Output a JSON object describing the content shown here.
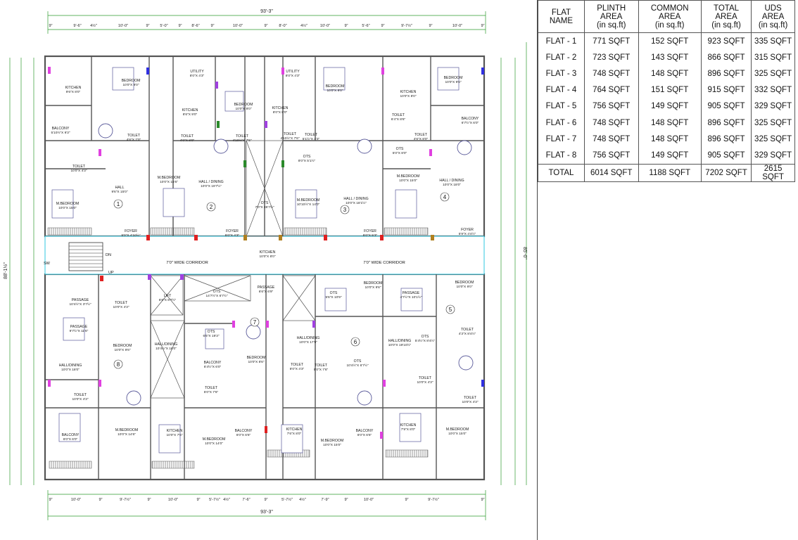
{
  "plan": {
    "top_overall_dim": "93'-3\"",
    "bottom_overall_dim": "93'-3\"",
    "right_dim_total": "85'-0\"",
    "left_dim_total": "88'-1½\"",
    "corridor_left_label": "7'0\" WIDE CORRIDOR",
    "corridor_right_label": "7'0\" WIDE CORRIDOR",
    "stair_dn": "DN",
    "stair_up": "UP",
    "sw": "SW",
    "top_dims": [
      "9\"",
      "9'-6\"",
      "4½\"",
      "10'-0\"",
      "9\"",
      "5'-0\"",
      "9\"",
      "8'-6\"",
      "9\"",
      "10'-0\"",
      "9\"",
      "8'-0\"",
      "4½\"",
      "10'-0\"",
      "9\"",
      "5'-6\"",
      "9\"",
      "9'-7½\"",
      "9\"",
      "10'-0\"",
      "9\""
    ],
    "bottom_dims": [
      "9\"",
      "10'-0\"",
      "9\"",
      "9'-7½\"",
      "9\"",
      "10'-0\"",
      "9\"",
      "5'-7½\"",
      "4½\"",
      "7'-6\"",
      "9\"",
      "5'-7½\"",
      "4½\"",
      "7'-9\"",
      "9\"",
      "10'-0\"",
      "9\"",
      "9'-7½\"",
      "9\""
    ],
    "flat_numbers": [
      "1",
      "2",
      "3",
      "4",
      "5",
      "6",
      "7",
      "8"
    ],
    "rooms": [
      {
        "name": "KITCHEN",
        "size": "9'6\"X 8'0\""
      },
      {
        "name": "BEDROOM",
        "size": "10'0\"X 9'0\""
      },
      {
        "name": "UTILITY",
        "size": "8'0\"X 4'3\""
      },
      {
        "name": "BEDROOM",
        "size": "10'0\"X 9'0\""
      },
      {
        "name": "UTILITY",
        "size": "8'0\"X 4'3\""
      },
      {
        "name": "BEDROOM",
        "size": "10'0\"X 9'0\""
      },
      {
        "name": "KITCHEN",
        "size": "10'0\"X 8'0\""
      },
      {
        "name": "BEDROOM",
        "size": "10'0\"X 9'6\""
      },
      {
        "name": "KITCHEN",
        "size": "8'6\"X 9'0\""
      },
      {
        "name": "KITCHEN",
        "size": "8'0\"X 8'0\""
      },
      {
        "name": "BALCONY",
        "size": "5'10½\"X 9'3\""
      },
      {
        "name": "TOILET",
        "size": "4'6\"X 7'0\""
      },
      {
        "name": "TOILET",
        "size": "4'0\"X 8'0\""
      },
      {
        "name": "TOILET",
        "size": "4'10½\"X 7'6\""
      },
      {
        "name": "TOILET",
        "size": "4'10½\"X 7'6\""
      },
      {
        "name": "TOILET",
        "size": "5'1½\"X 4'3\""
      },
      {
        "name": "TOILET",
        "size": "6'4\"X 8'6\""
      },
      {
        "name": "TOILET",
        "size": "4'6\"X 8'0\""
      },
      {
        "name": "BALCONY",
        "size": "6'7½\"X 6'0\""
      },
      {
        "name": "OTS",
        "size": "8'0\"X 5'1½\""
      },
      {
        "name": "OTS",
        "size": "5'0\"X 8'0\""
      },
      {
        "name": "TOILET",
        "size": "10'0\"X 4'3\""
      },
      {
        "name": "M.BEDROOM",
        "size": "10'0\"X 15'6\""
      },
      {
        "name": "HALL / DINING",
        "size": "10'0\"X 19'7½\""
      },
      {
        "name": "M.BEDROOM",
        "size": "10'10½\"X 14'0\""
      },
      {
        "name": "M.BEDROOM",
        "size": "10'0\"X 15'0\""
      },
      {
        "name": "HALL / DINING",
        "size": "10'0\"X 18'0\""
      },
      {
        "name": "HALL",
        "size": "9'6\"X 15'0\""
      },
      {
        "name": "M.BEDROOM",
        "size": "10'0\"X 15'0\""
      },
      {
        "name": "OTS",
        "size": "7'0\"X 35'7½\""
      },
      {
        "name": "HALL / DINING",
        "size": "10'0\"X 18'1½\""
      },
      {
        "name": "FOYER",
        "size": "5'0\"X 4'10½\""
      },
      {
        "name": "FOYER",
        "size": "5'0\"X 4'3\""
      },
      {
        "name": "FOYER",
        "size": "5'0\"X 5'3\""
      },
      {
        "name": "FOYER",
        "size": "5'9\"X 4'4½\""
      },
      {
        "name": "LIFT",
        "size": "6'6\"X 6'7½\""
      },
      {
        "name": "OTS",
        "size": "14'7½\"X 6'7½\""
      },
      {
        "name": "PASSAGE",
        "size": "6'6\"X 6'9\""
      },
      {
        "name": "OTS",
        "size": "5'6\"X 10'9\""
      },
      {
        "name": "BEDROOM",
        "size": "10'0\"X 9'6\""
      },
      {
        "name": "PASSAGE",
        "size": "4'7½\"X 10'1½\""
      },
      {
        "name": "BEDROOM",
        "size": "10'0\"X 9'0\""
      },
      {
        "name": "PASSAGE",
        "size": "10'4½\"X 3'7½\""
      },
      {
        "name": "TOILET",
        "size": "10'0\"X 4'3\""
      },
      {
        "name": "PASSAGE",
        "size": "9'7½\"X 11'6\""
      },
      {
        "name": "BEDROOM",
        "size": "10'0\"X 9'6\""
      },
      {
        "name": "HALL/DINING",
        "size": "10'4½\"X 18'0\""
      },
      {
        "name": "OTS",
        "size": "6'6\"X 19'3\""
      },
      {
        "name": "BEDROOM",
        "size": "10'0\"X 8'6\""
      },
      {
        "name": "HALL/DINING",
        "size": "10'0\"X 17'9\""
      },
      {
        "name": "OTS",
        "size": "10'4½\"X 6'7½\""
      },
      {
        "name": "HALL/DINING",
        "size": "10'0\"X 19'10½\""
      },
      {
        "name": "OTS",
        "size": "5'4½\"X 8'4½\""
      },
      {
        "name": "TOILET",
        "size": "4'3\"X 8'4½\""
      },
      {
        "name": "HALL/DINING",
        "size": "10'0\"X 18'0\""
      },
      {
        "name": "BALCONY",
        "size": "6'4½\"X 6'0\""
      },
      {
        "name": "TOILET",
        "size": "8'0\"X 4'3\""
      },
      {
        "name": "TOILET",
        "size": "5'0\"X 7'6\""
      },
      {
        "name": "TOILET",
        "size": "5'0\"X 7'6\""
      },
      {
        "name": "TOILET",
        "size": "10'0\"X 4'3\""
      },
      {
        "name": "TOILET",
        "size": "10'0\"X 4'3\""
      },
      {
        "name": "TOILET",
        "size": "10'0\"X 4'3\""
      },
      {
        "name": "BALCONY",
        "size": "6'0\"X 6'0\""
      },
      {
        "name": "M.BEDROOM",
        "size": "10'0\"X 14'6\""
      },
      {
        "name": "KITCHEN",
        "size": "10'0\"X 7'6\""
      },
      {
        "name": "M.BEDROOM",
        "size": "10'0\"X 14'0\""
      },
      {
        "name": "BALCONY",
        "size": "6'0\"X 6'6\""
      },
      {
        "name": "KITCHEN",
        "size": "7'6\"X 8'0\""
      },
      {
        "name": "M.BEDROOM",
        "size": "10'0\"X 15'0\""
      },
      {
        "name": "BALCONY",
        "size": "6'0\"X 6'6\""
      },
      {
        "name": "KITCHEN",
        "size": "7'9\"X 8'0\""
      },
      {
        "name": "M.BEDROOM",
        "size": "10'0\"X 15'0\""
      },
      {
        "name": "KITCHEN",
        "size": "10'0\"X 8'0\""
      }
    ]
  },
  "table": {
    "headers": [
      {
        "line1": "FLAT NAME",
        "line2": ""
      },
      {
        "line1": "PLINTH AREA",
        "line2": "(in sq.ft)"
      },
      {
        "line1": "COMMON AREA",
        "line2": "(in sq.ft)"
      },
      {
        "line1": "TOTAL AREA",
        "line2": "(in sq.ft)"
      },
      {
        "line1": "UDS AREA",
        "line2": "(in sq.ft)"
      }
    ],
    "rows": [
      {
        "flat": "FLAT - 1",
        "plinth": "771 SQFT",
        "common": "152 SQFT",
        "total": "923 SQFT",
        "uds": "335 SQFT"
      },
      {
        "flat": "FLAT - 2",
        "plinth": "723 SQFT",
        "common": "143 SQFT",
        "total": "866 SQFT",
        "uds": "315 SQFT"
      },
      {
        "flat": "FLAT - 3",
        "plinth": "748 SQFT",
        "common": "148 SQFT",
        "total": "896 SQFT",
        "uds": "325 SQFT"
      },
      {
        "flat": "FLAT - 4",
        "plinth": "764 SQFT",
        "common": "151 SQFT",
        "total": "915 SQFT",
        "uds": "332 SQFT"
      },
      {
        "flat": "FLAT - 5",
        "plinth": "756 SQFT",
        "common": "149 SQFT",
        "total": "905 SQFT",
        "uds": "329 SQFT"
      },
      {
        "flat": "FLAT - 6",
        "plinth": "748 SQFT",
        "common": "148 SQFT",
        "total": "896 SQFT",
        "uds": "325 SQFT"
      },
      {
        "flat": "FLAT - 7",
        "plinth": "748 SQFT",
        "common": "148 SQFT",
        "total": "896 SQFT",
        "uds": "325 SQFT"
      },
      {
        "flat": "FLAT - 8",
        "plinth": "756 SQFT",
        "common": "149 SQFT",
        "total": "905 SQFT",
        "uds": "329 SQFT"
      }
    ],
    "total": {
      "flat": "TOTAL",
      "plinth": "6014 SQFT",
      "common": "1188 SQFT",
      "total": "7202 SQFT",
      "uds": "2615 SQFT"
    }
  }
}
